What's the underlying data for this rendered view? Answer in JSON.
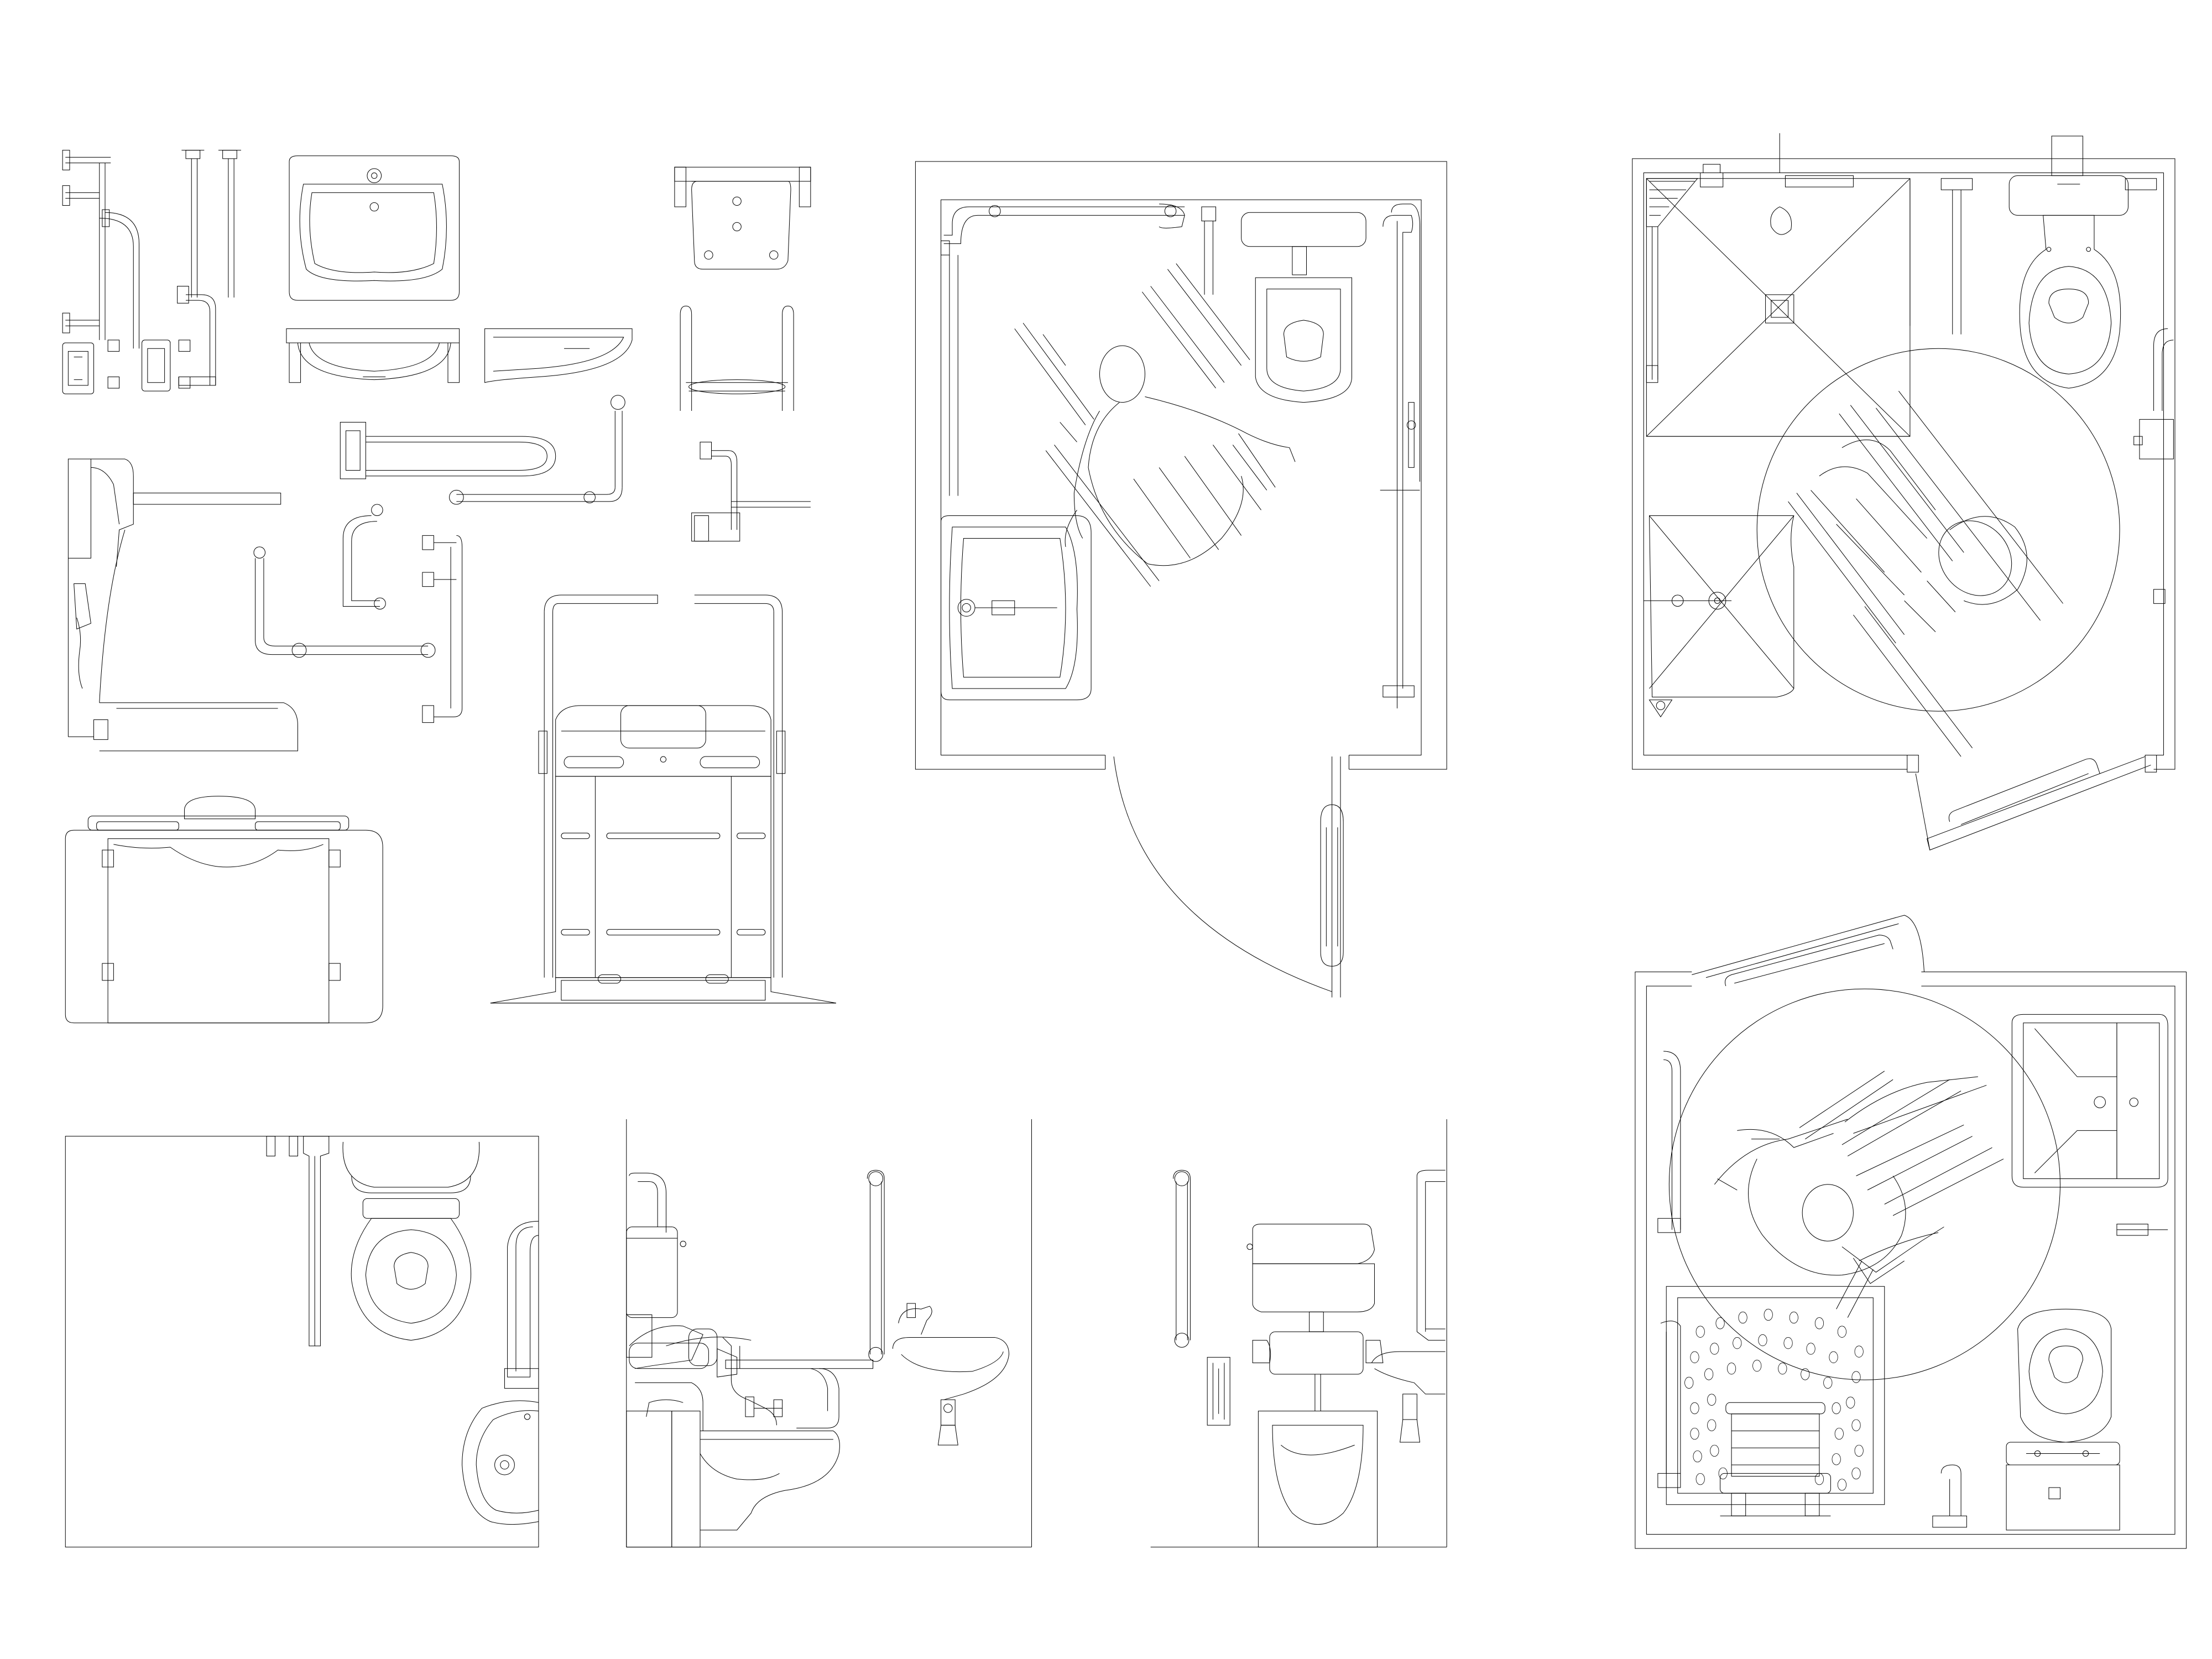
{
  "drawing": {
    "background": "#ffffff",
    "line_color": "#000000",
    "groups": [
      "fixture-library",
      "accessible-wc-plan",
      "accessible-shower-room-plan",
      "wc-side-view",
      "wc-side-elevation",
      "wc-front-elevation",
      "accessible-bathroom-plan"
    ]
  }
}
